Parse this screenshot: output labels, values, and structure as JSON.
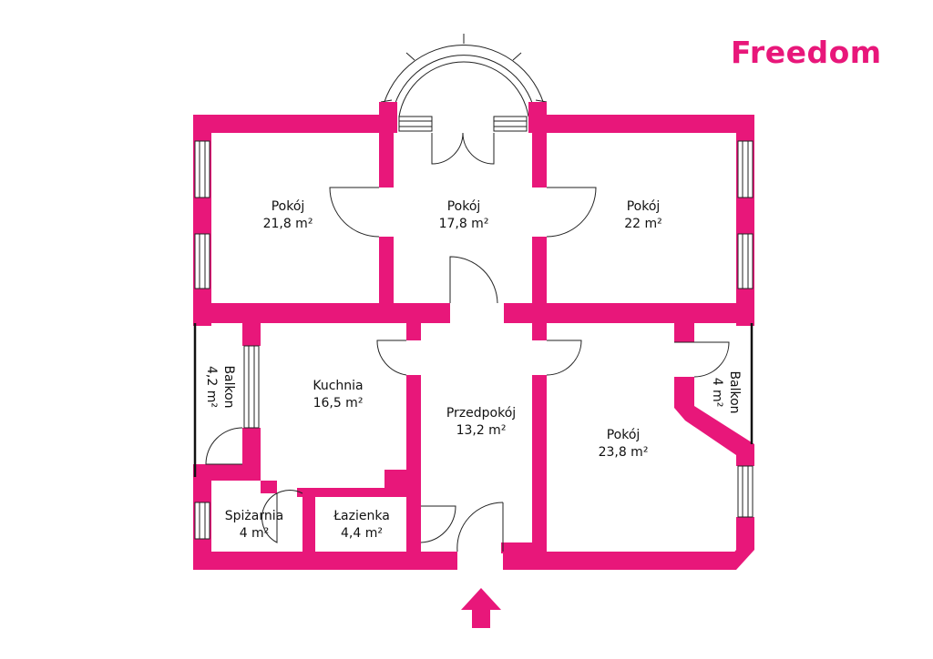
{
  "brand": {
    "name": "Freedom",
    "color": "#e8177a"
  },
  "colors": {
    "wall": "#e8177a",
    "line": "#222222",
    "window_fill": "#ffffff"
  },
  "entrance": {
    "icon": "entrance-arrow-icon"
  },
  "rooms": [
    {
      "id": "pokoj-1",
      "name": "Pokój",
      "area": "21,8 m²"
    },
    {
      "id": "pokoj-2",
      "name": "Pokój",
      "area": "17,8 m²"
    },
    {
      "id": "pokoj-3",
      "name": "Pokój",
      "area": "22 m²"
    },
    {
      "id": "balkon-1",
      "name": "Balkon",
      "area": "4,2 m²"
    },
    {
      "id": "kuchnia",
      "name": "Kuchnia",
      "area": "16,5 m²"
    },
    {
      "id": "przedpokoj",
      "name": "Przedpokój",
      "area": "13,2 m²"
    },
    {
      "id": "pokoj-4",
      "name": "Pokój",
      "area": "23,8 m²"
    },
    {
      "id": "balkon-2",
      "name": "Balkon",
      "area": "4 m²"
    },
    {
      "id": "spizarnia",
      "name": "Spiżarnia",
      "area": "4 m²"
    },
    {
      "id": "lazienka",
      "name": "Łazienka",
      "area": "4,4 m²"
    }
  ]
}
